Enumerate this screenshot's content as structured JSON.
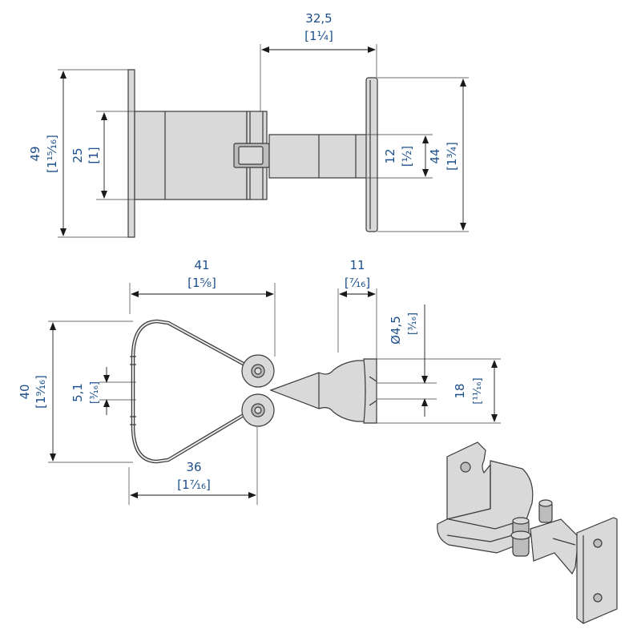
{
  "dimensions": {
    "top_width": {
      "metric": "32,5",
      "imperial": "[1¼]"
    },
    "top_outer": {
      "metric": "49",
      "imperial": "[1¹⁵⁄₁₆]"
    },
    "top_inner": {
      "metric": "25",
      "imperial": "[1]"
    },
    "top_arm": {
      "metric": "12",
      "imperial": "[½]"
    },
    "top_plate": {
      "metric": "44",
      "imperial": "[1¾]"
    },
    "front_width": {
      "metric": "41",
      "imperial": "[1⅝]"
    },
    "front_depth": {
      "metric": "11",
      "imperial": "[⁷⁄₁₆]"
    },
    "front_hole": {
      "metric": "Ø4,5",
      "imperial": "[³⁄₁₆]"
    },
    "front_height": {
      "metric": "40",
      "imperial": "[1⁹⁄₁₆]"
    },
    "front_gap": {
      "metric": "5,1",
      "imperial": "[³⁄₁₆]"
    },
    "front_plate": {
      "metric": "18",
      "imperial": "[¹¹⁄₁₆]"
    },
    "front_base": {
      "metric": "36",
      "imperial": "[1⁷⁄₁₆]"
    }
  }
}
